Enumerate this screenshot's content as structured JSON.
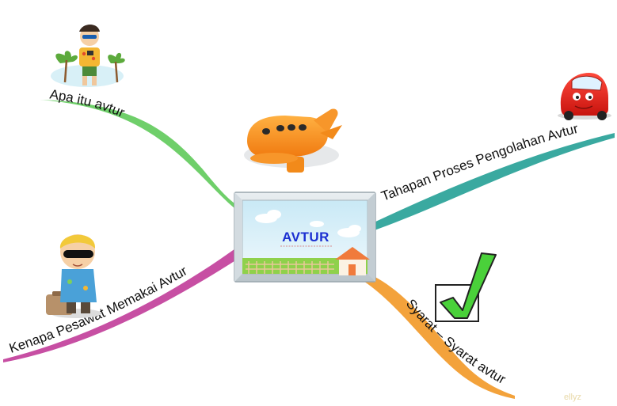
{
  "central_topic": {
    "label": "AVTUR"
  },
  "branches": [
    {
      "label": "Apa itu avtur",
      "color": "#6fcf6a",
      "icon": "tourist-icon"
    },
    {
      "label": "Tahapan Proses Pengolahan Avtur",
      "color": "#3aa9a0",
      "icon": "red-car-icon"
    },
    {
      "label": "Kenapa Pesawat Memakai Avtur",
      "color": "#c74fa3",
      "icon": "traveler-icon"
    },
    {
      "label": "Syarat – Syarat avtur",
      "color": "#f3a23b",
      "icon": "checkmark-icon"
    }
  ],
  "decorations": {
    "airplane": "airplane-icon"
  },
  "watermark": "ellyz"
}
